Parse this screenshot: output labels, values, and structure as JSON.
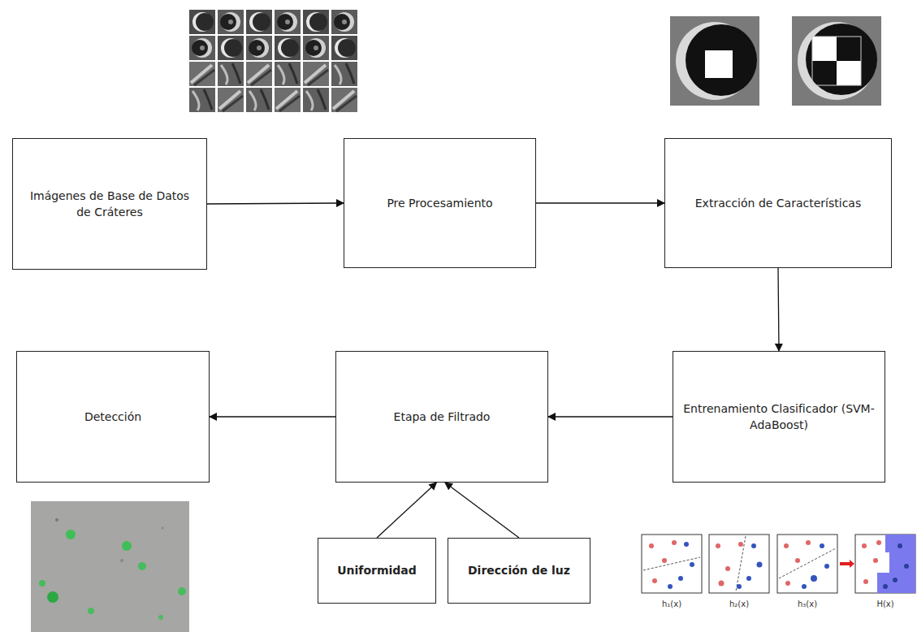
{
  "diagram": {
    "nodes": [
      {
        "text": [
          "Imágenes de Base de Datos de Cráteres"
        ]
      },
      {
        "text": [
          "Pre Procesamiento"
        ]
      },
      {
        "text": [
          "Extracción de Características"
        ]
      },
      {
        "text": [
          "Entrenamiento Clasificador (SVM-AdaBoost)"
        ]
      },
      {
        "text": [
          "Etapa de Filtrado"
        ]
      },
      {
        "text": [
          "Detección"
        ]
      },
      {
        "text": [
          "Uniformidad"
        ]
      },
      {
        "text": [
          "Dirección de luz"
        ]
      }
    ],
    "edges": [
      {
        "from": 0,
        "to": 1,
        "arrow": "to"
      },
      {
        "from": 1,
        "to": 2,
        "arrow": "to"
      },
      {
        "from": 2,
        "to": 3,
        "arrow": "to"
      },
      {
        "from": 3,
        "to": 4,
        "arrow": "to"
      },
      {
        "from": 4,
        "to": 5,
        "arrow": "to"
      },
      {
        "from": 6,
        "to": 4,
        "arrow": "to"
      },
      {
        "from": 7,
        "to": 4,
        "arrow": "to"
      }
    ],
    "labels": [
      "h₁(x)",
      "h₂(x)",
      "h₃(x)",
      "H(x)"
    ]
  }
}
